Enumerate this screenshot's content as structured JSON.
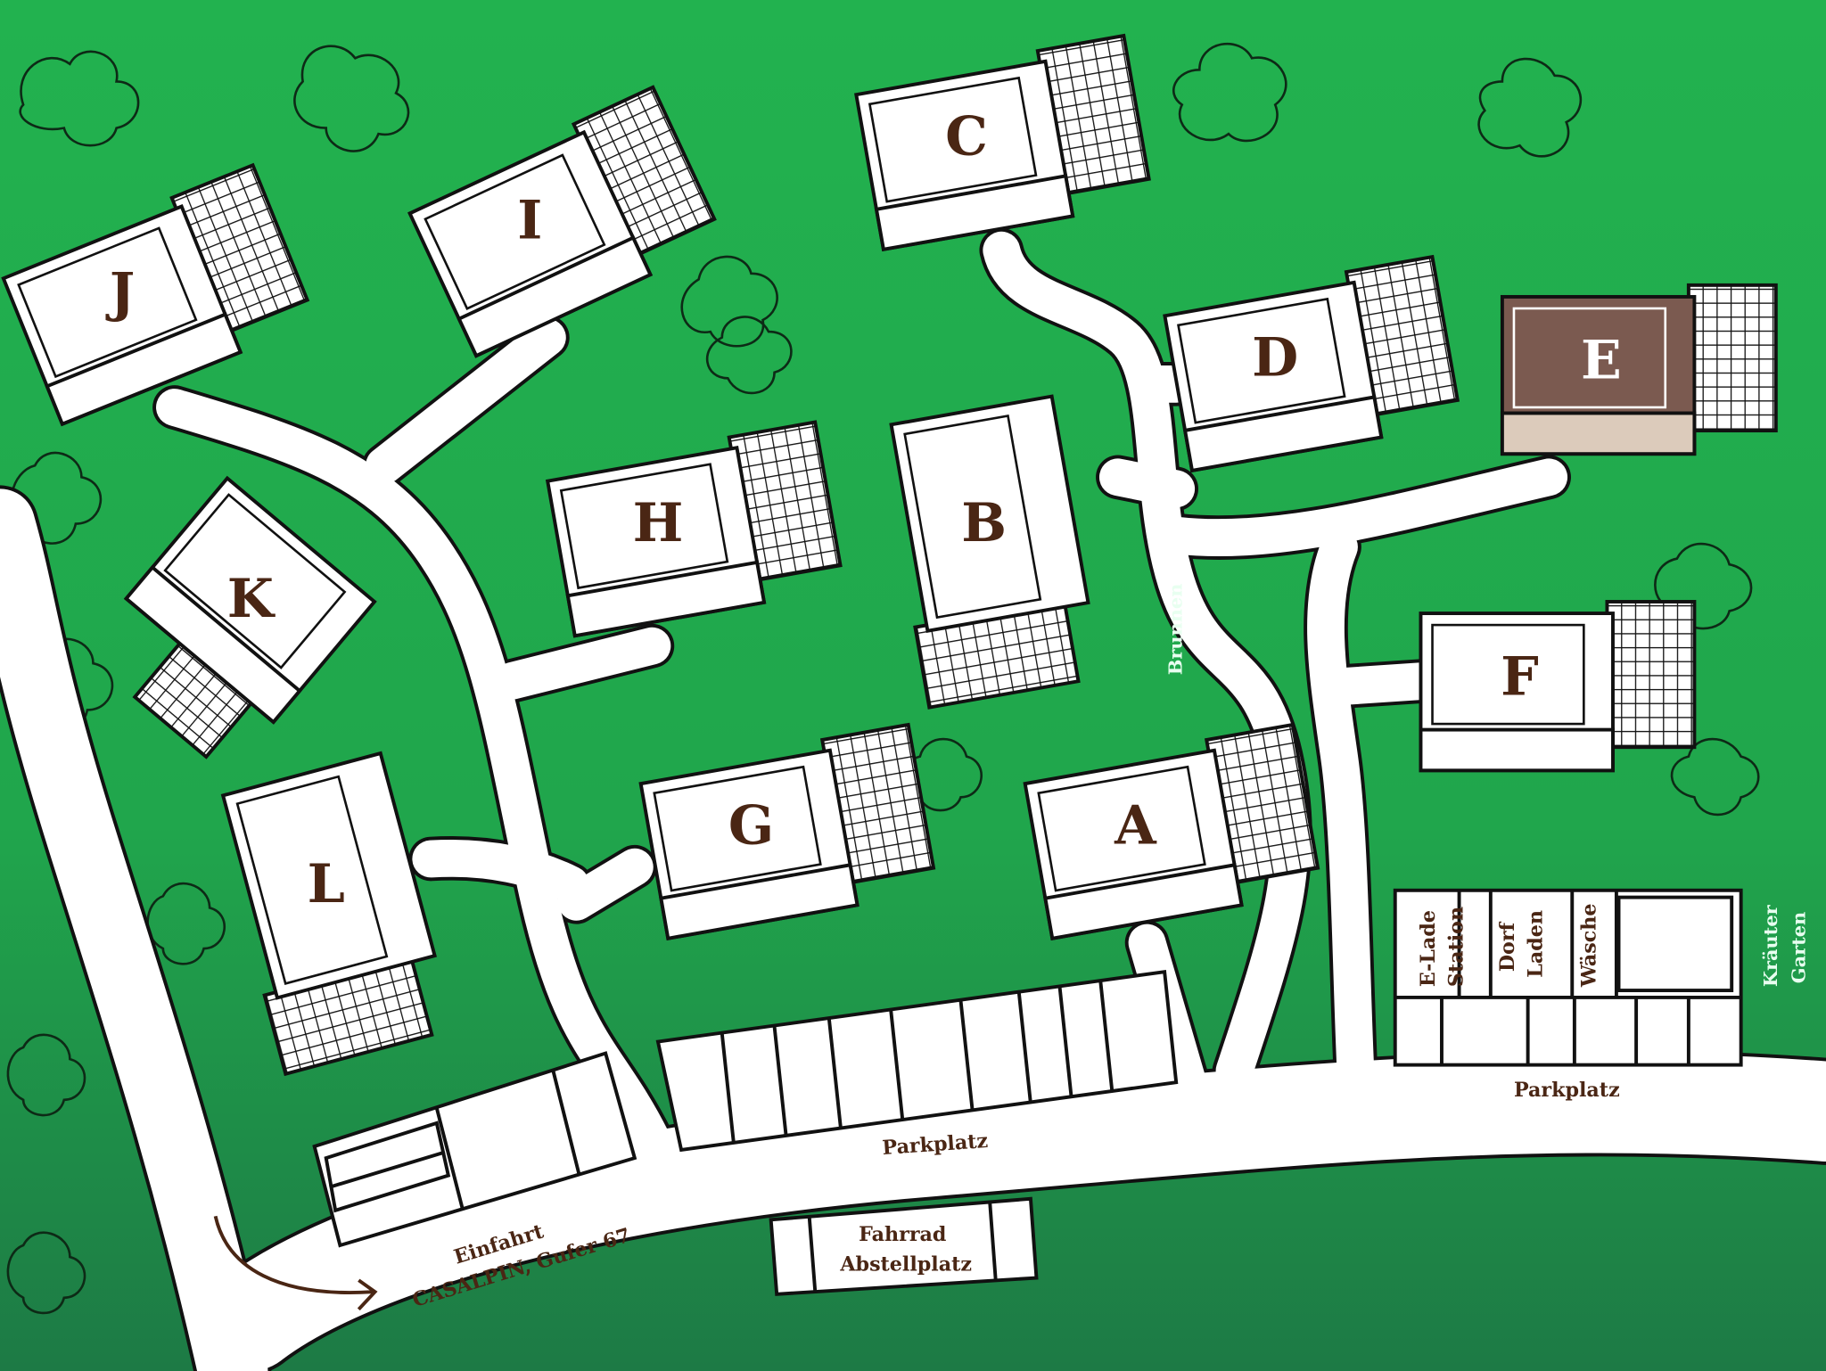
{
  "map": {
    "houses": [
      {
        "id": "J",
        "label": "J",
        "highlighted": false
      },
      {
        "id": "I",
        "label": "I",
        "highlighted": false
      },
      {
        "id": "C",
        "label": "C",
        "highlighted": false
      },
      {
        "id": "D",
        "label": "D",
        "highlighted": false
      },
      {
        "id": "E",
        "label": "E",
        "highlighted": true
      },
      {
        "id": "H",
        "label": "H",
        "highlighted": false
      },
      {
        "id": "B",
        "label": "B",
        "highlighted": false
      },
      {
        "id": "K",
        "label": "K",
        "highlighted": false
      },
      {
        "id": "F",
        "label": "F",
        "highlighted": false
      },
      {
        "id": "G",
        "label": "G",
        "highlighted": false
      },
      {
        "id": "A",
        "label": "A",
        "highlighted": false
      },
      {
        "id": "L",
        "label": "L",
        "highlighted": false
      }
    ],
    "labels": {
      "brunnen": "Brunnen",
      "parkplatz_center": "Parkplatz",
      "parkplatz_right": "Parkplatz",
      "entrance_line1": "Einfahrt",
      "entrance_line2": "CASALPIN, Gufer 67",
      "bike_line1": "Fahrrad",
      "bike_line2": "Abstellplatz",
      "charging_line1": "E-Lade",
      "charging_line2": "Station",
      "shop_line1": "Dorf",
      "shop_line2": "Laden",
      "laundry": "Wäsche",
      "herb_line1": "Kräuter",
      "herb_line2": "Garten"
    },
    "colors": {
      "grass_top": "#22b24f",
      "grass_bottom": "#1d7a45",
      "highlight": "#7b5a50",
      "highlight_light": "#dccbbb",
      "text": "#4a2614"
    }
  }
}
